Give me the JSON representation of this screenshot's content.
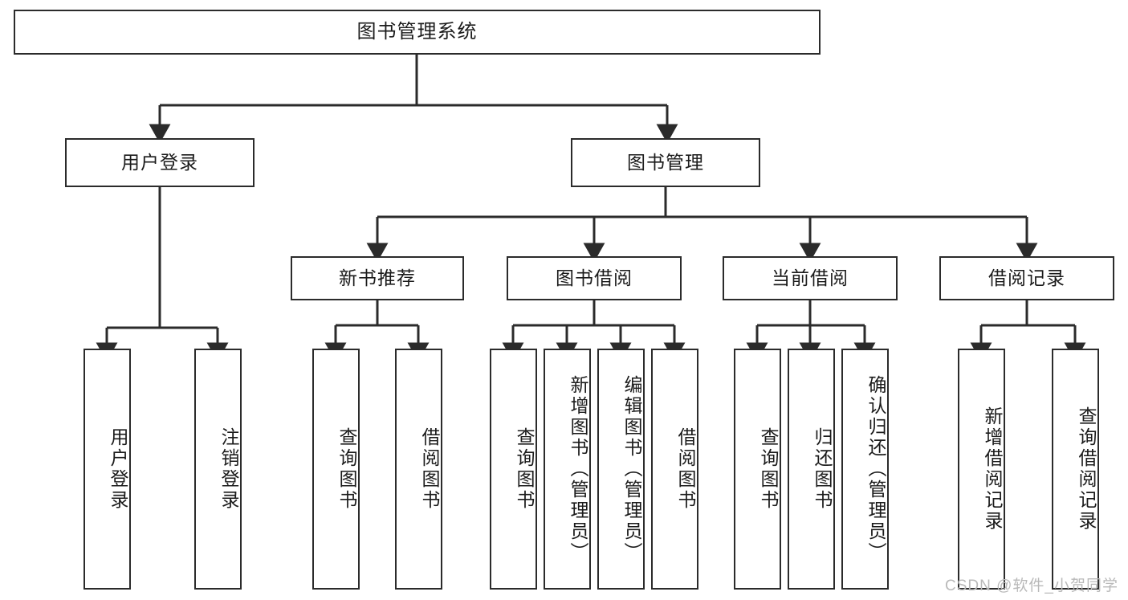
{
  "diagram": {
    "type": "tree-hierarchy-chart",
    "title_text": "图书管理系统",
    "colors": {
      "node_border": "#2b2b2b",
      "node_fill": "#ffffff",
      "edge": "#2b2b2b",
      "text": "#1b1b1b",
      "watermark": "#b9b9b9",
      "background": "#ffffff"
    },
    "watermark": "CSDN @软件_小贺同学",
    "nodes": {
      "root": {
        "label": "图书管理系统"
      },
      "level2": [
        {
          "id": "user-login",
          "label": "用户登录"
        },
        {
          "id": "book-management",
          "label": "图书管理"
        }
      ],
      "level3": [
        {
          "id": "new-book-recommend",
          "label": "新书推荐"
        },
        {
          "id": "book-borrow",
          "label": "图书借阅"
        },
        {
          "id": "current-borrow",
          "label": "当前借阅"
        },
        {
          "id": "borrow-record",
          "label": "借阅记录"
        }
      ],
      "leaves_user_login": [
        {
          "id": "leaf-user-login",
          "label": "用户登录"
        },
        {
          "id": "leaf-logout",
          "label": "注销登录"
        }
      ],
      "leaves_new_book": [
        {
          "id": "leaf-query-book-1",
          "label": "查询图书"
        },
        {
          "id": "leaf-borrow-book-1",
          "label": "借阅图书"
        }
      ],
      "leaves_book_borrow": [
        {
          "id": "leaf-query-book-2",
          "label": "查询图书"
        },
        {
          "id": "leaf-add-book",
          "label": "新增图书（管理员）"
        },
        {
          "id": "leaf-edit-book",
          "label": "编辑图书（管理员）"
        },
        {
          "id": "leaf-borrow-book-2",
          "label": "借阅图书"
        }
      ],
      "leaves_current_borrow": [
        {
          "id": "leaf-query-book-3",
          "label": "查询图书"
        },
        {
          "id": "leaf-return-book",
          "label": "归还图书"
        },
        {
          "id": "leaf-confirm-return",
          "label": "确认归还（管理员）"
        }
      ],
      "leaves_borrow_record": [
        {
          "id": "leaf-add-record",
          "label": "新增借阅记录"
        },
        {
          "id": "leaf-query-record",
          "label": "查询借阅记录"
        }
      ]
    }
  }
}
